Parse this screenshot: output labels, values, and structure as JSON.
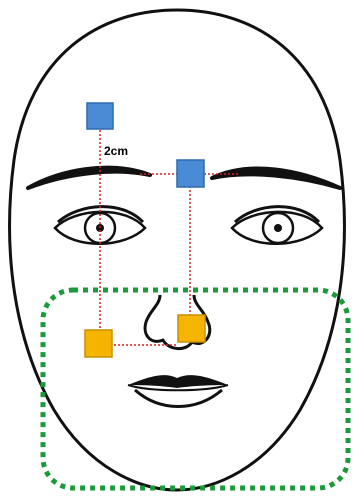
{
  "annotation": {
    "distance_label": "2cm"
  },
  "colors": {
    "outline": "#111111",
    "marker_blue": "#4A8BD6",
    "marker_blue_stroke": "#2F6AAE",
    "marker_orange": "#F5B400",
    "marker_orange_stroke": "#C98F00",
    "guide_line": "#D62020",
    "region_dashes": "#1A9A3A"
  },
  "markers": [
    {
      "name": "upper-marker-left",
      "color": "blue"
    },
    {
      "name": "upper-marker-center",
      "color": "blue"
    },
    {
      "name": "lower-marker-left",
      "color": "orange"
    },
    {
      "name": "lower-marker-center",
      "color": "orange"
    }
  ],
  "region": {
    "style": "dashed",
    "color": "green"
  }
}
